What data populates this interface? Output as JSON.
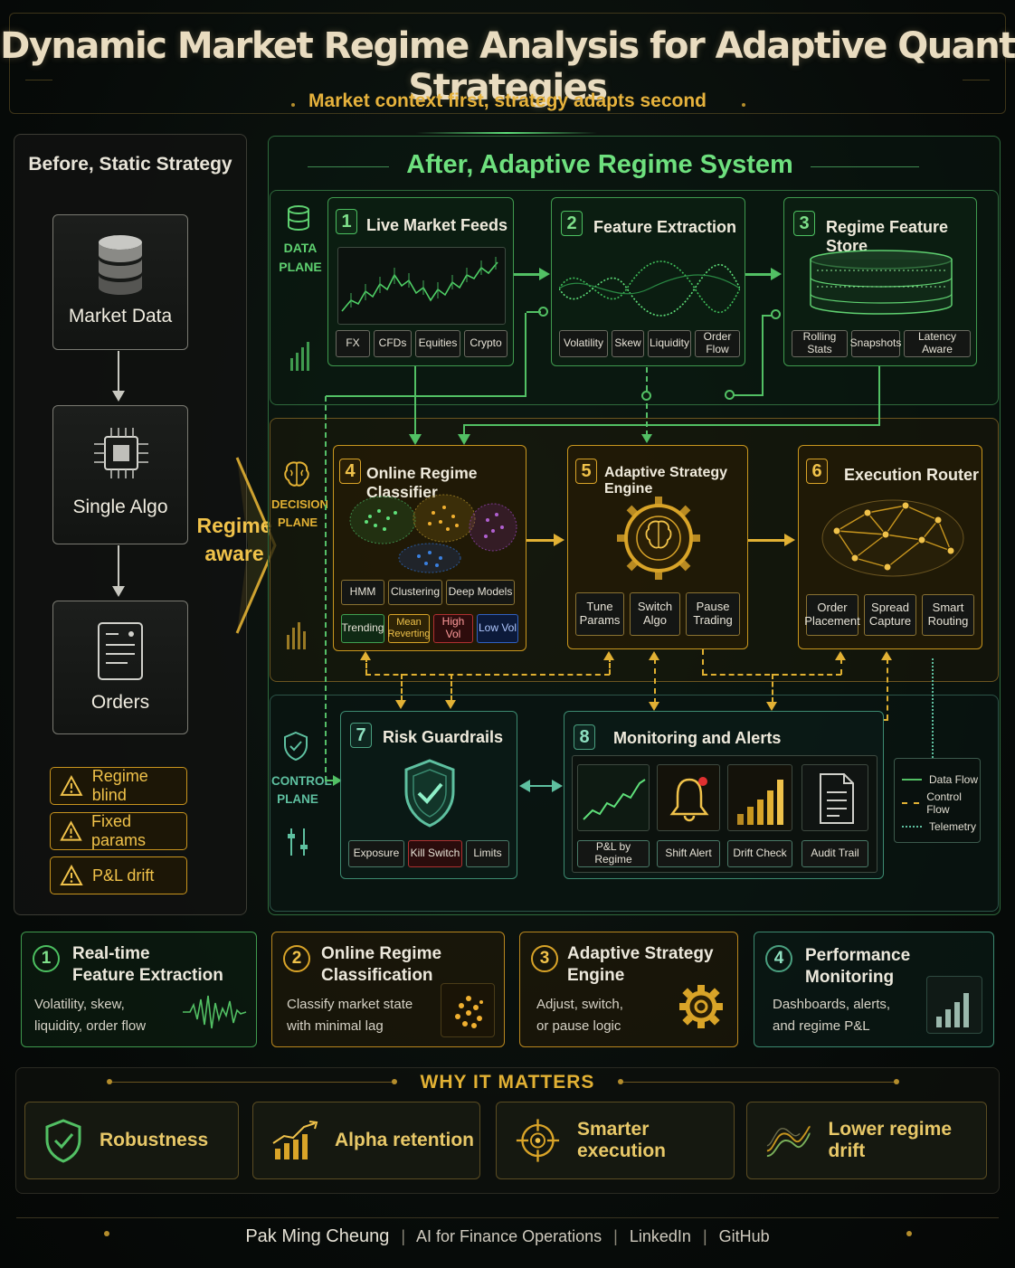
{
  "header": {
    "title": "Dynamic Market Regime Analysis for Adaptive Quant Strategies",
    "subtitle": "Market context first, strategy adapts second"
  },
  "before": {
    "title": "Before, Static Strategy",
    "boxes": [
      "Market Data",
      "Single Algo",
      "Orders"
    ],
    "warnings": [
      "Regime blind",
      "Fixed params",
      "P&L drift"
    ],
    "arrow_label": [
      "Regime",
      "aware"
    ]
  },
  "after": {
    "title": "After, Adaptive Regime System",
    "planes": {
      "data": [
        "DATA",
        "PLANE"
      ],
      "decision": [
        "DECISION",
        "PLANE"
      ],
      "control": [
        "CONTROL",
        "PLANE"
      ]
    },
    "modules": [
      {
        "num": "1",
        "title": "Live Market Feeds",
        "chips": [
          "FX",
          "CFDs",
          "Equities",
          "Crypto"
        ]
      },
      {
        "num": "2",
        "title": "Feature Extraction",
        "chips": [
          "Volatility",
          "Skew",
          "Liquidity",
          "Order Flow"
        ]
      },
      {
        "num": "3",
        "title": "Regime Feature Store",
        "chips": [
          "Rolling Stats",
          "Snapshots",
          "Latency Aware"
        ]
      },
      {
        "num": "4",
        "title": "Online Regime Classifier",
        "chips": [
          "HMM",
          "Clustering",
          "Deep Models"
        ],
        "regimes": [
          "Trending",
          "Mean Reverting",
          "High Vol",
          "Low Vol"
        ]
      },
      {
        "num": "5",
        "title": "Adaptive Strategy Engine",
        "chips": [
          "Tune Params",
          "Switch Algo",
          "Pause Trading"
        ]
      },
      {
        "num": "6",
        "title": "Execution Router",
        "chips": [
          "Order Placement",
          "Spread Capture",
          "Smart Routing"
        ]
      },
      {
        "num": "7",
        "title": "Risk Guardrails",
        "chips": [
          "Exposure",
          "Kill Switch",
          "Limits"
        ]
      },
      {
        "num": "8",
        "title": "Monitoring and Alerts",
        "chips": [
          "P&L by Regime",
          "Shift Alert",
          "Drift Check",
          "Audit Trail"
        ]
      }
    ],
    "legend": [
      "Data Flow",
      "Control Flow",
      "Telemetry"
    ],
    "colors": {
      "data": "#52c064",
      "control": "#e2b134",
      "telemetry": "#5ec0a0"
    }
  },
  "summary": [
    {
      "num": "1",
      "title": [
        "Real-time",
        "Feature Extraction"
      ],
      "desc": [
        "Volatility, skew,",
        "liquidity, order flow"
      ],
      "icon": "waveform-icon"
    },
    {
      "num": "2",
      "title": [
        "Online Regime",
        "Classification"
      ],
      "desc": [
        "Classify market state",
        "with minimal lag"
      ],
      "icon": "cluster-icon"
    },
    {
      "num": "3",
      "title": [
        "Adaptive Strategy",
        "Engine"
      ],
      "desc": [
        "Adjust, switch,",
        "or pause logic"
      ],
      "icon": "gear-icon"
    },
    {
      "num": "4",
      "title": [
        "Performance",
        "Monitoring"
      ],
      "desc": [
        "Dashboards, alerts,",
        "and regime P&L"
      ],
      "icon": "bar-chart-icon"
    }
  ],
  "why": {
    "title": "WHY IT MATTERS",
    "items": [
      {
        "label": "Robustness",
        "icon": "shield-check-icon"
      },
      {
        "label": "Alpha retention",
        "icon": "growth-chart-icon"
      },
      {
        "label": "Smarter execution",
        "icon": "crosshair-icon"
      },
      {
        "label": "Lower regime drift",
        "icon": "wave-lines-icon"
      }
    ]
  },
  "footer": {
    "name": "Pak Ming Cheung",
    "links": [
      "AI for Finance Operations",
      "LinkedIn",
      "GitHub"
    ]
  }
}
